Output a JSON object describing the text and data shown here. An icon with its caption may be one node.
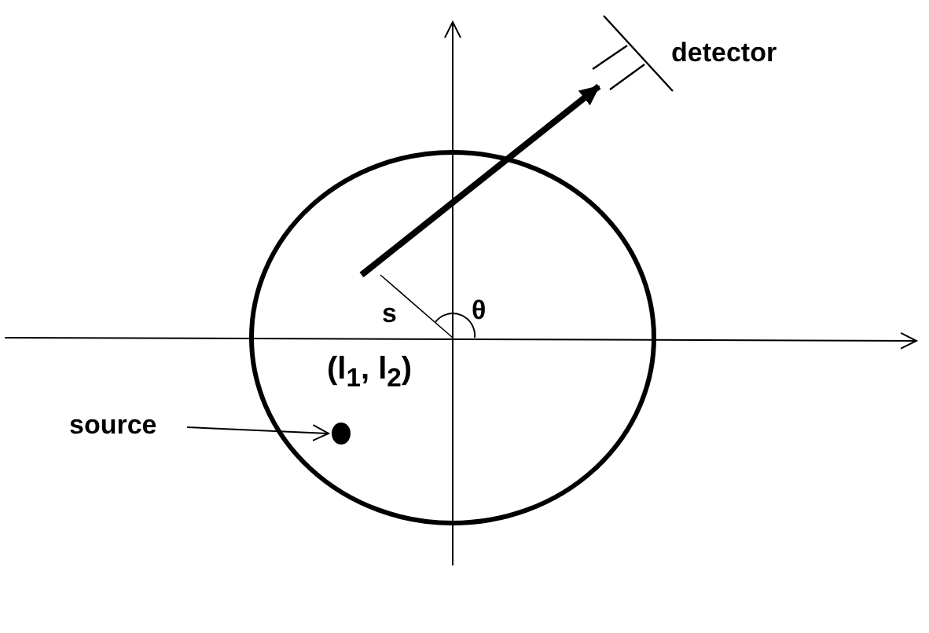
{
  "diagram": {
    "nodes": [
      {
        "text": [
          "source"
        ]
      },
      {
        "text": [],
        "shape": "circle",
        "beside": [
          "(l$_{1}$, l$_{2}$)"
        ]
      },
      {
        "text": [
          "detector"
        ]
      }
    ],
    "edges": [
      {
        "from": 0,
        "to": 1,
        "arrow": "to"
      },
      {
        "from": null,
        "to": 2,
        "arrow": "to",
        "style": "thick"
      }
    ],
    "labels": [
      "s",
      "θ"
    ]
  }
}
